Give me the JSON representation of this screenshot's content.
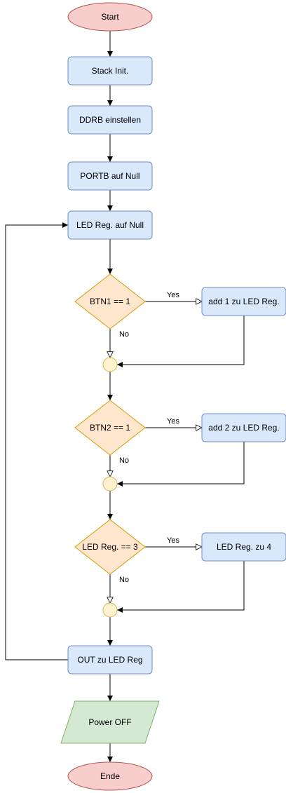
{
  "nodes": [
    {
      "id": "start",
      "shape": "ellipse",
      "label": "Start",
      "fill": "#f8cecc",
      "stroke": "#b85450"
    },
    {
      "id": "stack",
      "shape": "rect",
      "label": "Stack Init.",
      "fill": "#dae8fc",
      "stroke": "#6c8ebf"
    },
    {
      "id": "ddrb",
      "shape": "rect",
      "label": "DDRB einstellen",
      "fill": "#dae8fc",
      "stroke": "#6c8ebf"
    },
    {
      "id": "portb",
      "shape": "rect",
      "label": "PORTB auf Null",
      "fill": "#dae8fc",
      "stroke": "#6c8ebf"
    },
    {
      "id": "ledreg",
      "shape": "rect",
      "label": "LED Reg. auf Null",
      "fill": "#dae8fc",
      "stroke": "#6c8ebf"
    },
    {
      "id": "btn1",
      "shape": "diamond",
      "label": "BTN1 == 1",
      "fill": "#ffe6cc",
      "stroke": "#d79b00"
    },
    {
      "id": "add1",
      "shape": "rect",
      "label": "add 1 zu LED Reg.",
      "fill": "#dae8fc",
      "stroke": "#6c8ebf"
    },
    {
      "id": "j1",
      "shape": "circle",
      "label": "",
      "fill": "#fff2cc",
      "stroke": "#d6b656"
    },
    {
      "id": "btn2",
      "shape": "diamond",
      "label": "BTN2 == 1",
      "fill": "#ffe6cc",
      "stroke": "#d79b00"
    },
    {
      "id": "add2",
      "shape": "rect",
      "label": "add 2 zu LED Reg.",
      "fill": "#dae8fc",
      "stroke": "#6c8ebf"
    },
    {
      "id": "j2",
      "shape": "circle",
      "label": "",
      "fill": "#fff2cc",
      "stroke": "#d6b656"
    },
    {
      "id": "eq3",
      "shape": "diamond",
      "label": "LED Reg. == 3",
      "fill": "#ffe6cc",
      "stroke": "#d79b00"
    },
    {
      "id": "to4",
      "shape": "rect",
      "label": "LED Reg. zu 4",
      "fill": "#dae8fc",
      "stroke": "#6c8ebf"
    },
    {
      "id": "j3",
      "shape": "circle",
      "label": "",
      "fill": "#fff2cc",
      "stroke": "#d6b656"
    },
    {
      "id": "out",
      "shape": "rect",
      "label": "OUT zu LED Reg",
      "fill": "#dae8fc",
      "stroke": "#6c8ebf"
    },
    {
      "id": "power",
      "shape": "parallelogram",
      "label": "Power OFF",
      "fill": "#d5e8d4",
      "stroke": "#82b366"
    },
    {
      "id": "ende",
      "shape": "ellipse",
      "label": "Ende",
      "fill": "#f8cecc",
      "stroke": "#b85450"
    }
  ],
  "edges": [
    {
      "from": "start",
      "to": "stack",
      "label": "",
      "arrow": "filled"
    },
    {
      "from": "stack",
      "to": "ddrb",
      "label": "",
      "arrow": "filled"
    },
    {
      "from": "ddrb",
      "to": "portb",
      "label": "",
      "arrow": "filled"
    },
    {
      "from": "portb",
      "to": "ledreg",
      "label": "",
      "arrow": "filled"
    },
    {
      "from": "ledreg",
      "to": "btn1",
      "label": "",
      "arrow": "filled"
    },
    {
      "from": "btn1",
      "to": "add1",
      "label": "Yes",
      "arrow": "open"
    },
    {
      "from": "btn1",
      "to": "j1",
      "label": "No",
      "arrow": "open"
    },
    {
      "from": "add1",
      "to": "j1",
      "label": "",
      "arrow": "filled"
    },
    {
      "from": "j1",
      "to": "btn2",
      "label": "",
      "arrow": "filled"
    },
    {
      "from": "btn2",
      "to": "add2",
      "label": "Yes",
      "arrow": "open"
    },
    {
      "from": "btn2",
      "to": "j2",
      "label": "No",
      "arrow": "open"
    },
    {
      "from": "add2",
      "to": "j2",
      "label": "",
      "arrow": "filled"
    },
    {
      "from": "j2",
      "to": "eq3",
      "label": "",
      "arrow": "filled"
    },
    {
      "from": "eq3",
      "to": "to4",
      "label": "Yes",
      "arrow": "open"
    },
    {
      "from": "eq3",
      "to": "j3",
      "label": "No",
      "arrow": "open"
    },
    {
      "from": "to4",
      "to": "j3",
      "label": "",
      "arrow": "filled"
    },
    {
      "from": "j3",
      "to": "out",
      "label": "",
      "arrow": "filled"
    },
    {
      "from": "out",
      "to": "ledreg",
      "label": "",
      "arrow": "filled"
    },
    {
      "from": "out",
      "to": "power",
      "label": "",
      "arrow": "filled"
    },
    {
      "from": "power",
      "to": "ende",
      "label": "",
      "arrow": "filled"
    }
  ]
}
